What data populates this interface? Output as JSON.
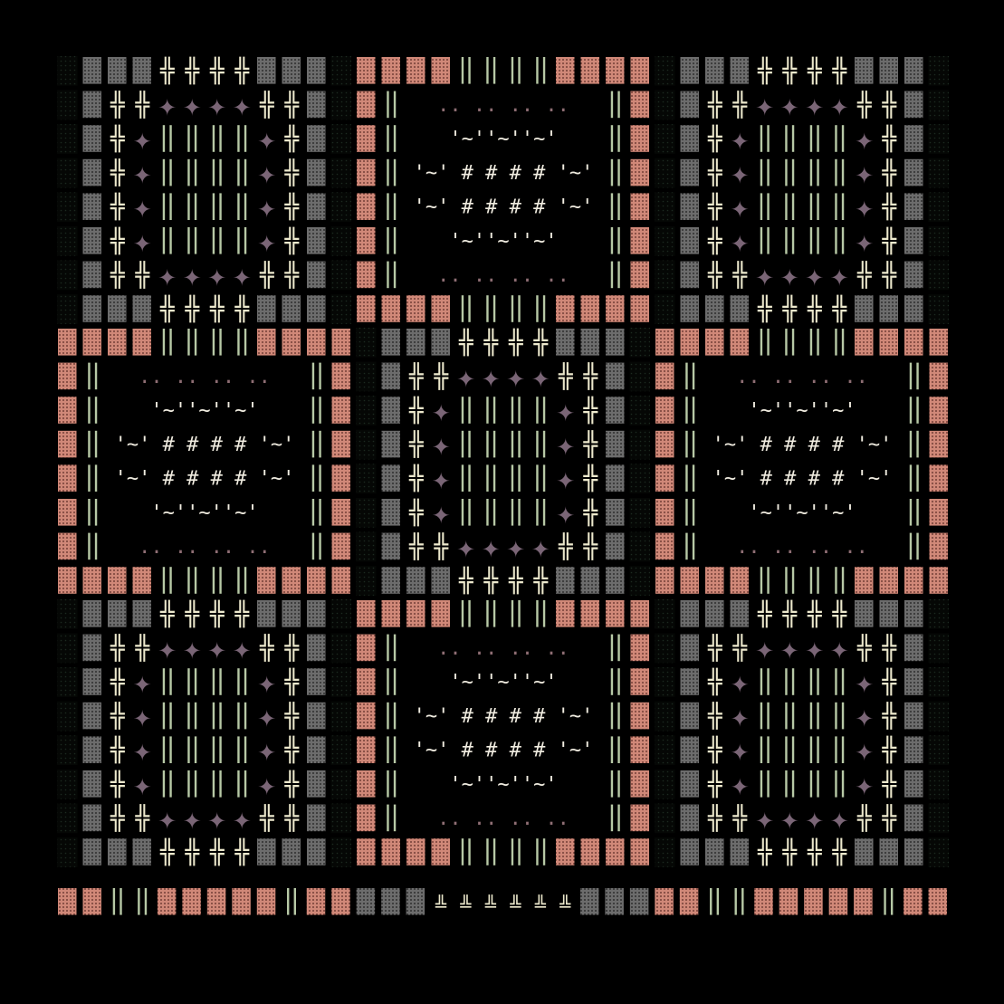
{
  "artwork": {
    "background": "#000000",
    "palette": {
      "salmon": "#d08878",
      "salmon_dot": "#5a2a24",
      "green_bar": "#b7c9a6",
      "cream": "#ece8cc",
      "violet": "#7a6576",
      "dot_pink": "#8f6e74",
      "tilde_text": "#f0ece0",
      "grid_gray": "#7d7d7d",
      "grid_gray_dot": "#2a2a2a",
      "shadow_dot": "#1c2a20"
    },
    "layout": {
      "tile_rows": 3,
      "tile_cols": 3,
      "cells_per_tile": 12,
      "tile_types": [
        [
          "diamond",
          "hash",
          "diamond"
        ],
        [
          "hash",
          "diamond",
          "hash"
        ],
        [
          "diamond",
          "hash",
          "diamond"
        ]
      ]
    },
    "glyphs": {
      "cross": "╬",
      "star": "✦",
      "bar": "‖",
      "hash": "#",
      "tilde": "'~'",
      "dots": ".."
    }
  }
}
